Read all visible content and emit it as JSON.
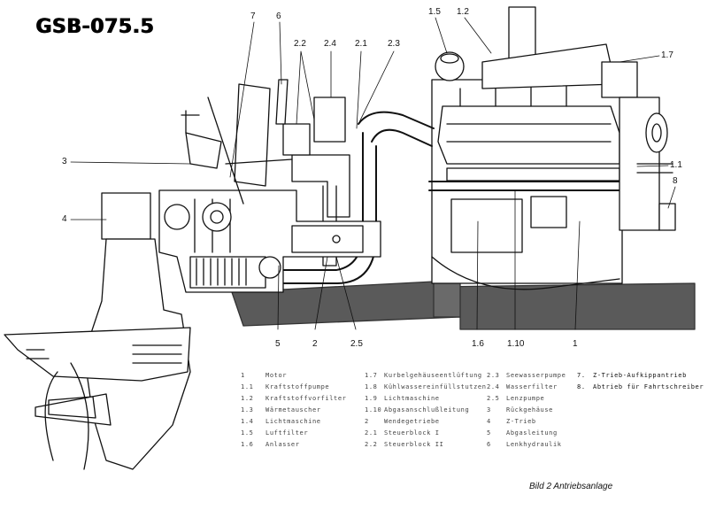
{
  "title": "GSB-075.5",
  "callouts": {
    "c7": "7",
    "c6": "6",
    "c22": "2.2",
    "c24": "2.4",
    "c21": "2.1",
    "c23": "2.3",
    "c15": "1.5",
    "c12": "1.2",
    "c17": "1.7",
    "c3": "3",
    "c4": "4",
    "c11": "1.1",
    "c8": "8",
    "c5": "5",
    "c2": "2",
    "c25": "2.5",
    "c16": "1.6",
    "c110": "1.10",
    "c1": "1"
  },
  "legend": [
    [
      {
        "num": "1",
        "text": "Motor"
      },
      {
        "num": "1.1",
        "text": "Kraftstoffpumpe"
      },
      {
        "num": "1.2",
        "text": "Kraftstoffvorfilter"
      },
      {
        "num": "1.3",
        "text": "Wärmetauscher"
      },
      {
        "num": "1.4",
        "text": "Lichtmaschine"
      },
      {
        "num": "1.5",
        "text": "Luftfilter"
      },
      {
        "num": "1.6",
        "text": "Anlasser"
      }
    ],
    [
      {
        "num": "1.7",
        "text": "Kurbelgehäuseentlüftung"
      },
      {
        "num": "1.8",
        "text": "Kühlwassereinfüllstutzen"
      },
      {
        "num": "1.9",
        "text": "Lichtmaschine"
      },
      {
        "num": "1.10",
        "text": "Abgasanschlußleitung"
      },
      {
        "num": "2",
        "text": "Wendegetriebe"
      },
      {
        "num": "2.1",
        "text": "Steuerblock I"
      },
      {
        "num": "2.2",
        "text": "Steuerblock II"
      }
    ],
    [
      {
        "num": "2.3",
        "text": "Seewasserpumpe"
      },
      {
        "num": "2.4",
        "text": "Wasserfilter"
      },
      {
        "num": "2.5",
        "text": "Lenzpumpe"
      },
      {
        "num": "3",
        "text": "Rückgehäuse"
      },
      {
        "num": "4",
        "text": "Z-Trieb"
      },
      {
        "num": "5",
        "text": "Abgasleitung"
      },
      {
        "num": "6",
        "text": "Lenkhydraulik"
      }
    ],
    [
      {
        "num": "7.",
        "text": "Z-Trieb-Aufkippantrieb"
      },
      {
        "num": "8.",
        "text": "Abtrieb für Fahrtschreiber"
      }
    ]
  ],
  "caption": "Bild 2  Antriebsanlage",
  "colors": {
    "ink": "#111111",
    "shade": "#5a5a5a",
    "paper": "#ffffff"
  }
}
